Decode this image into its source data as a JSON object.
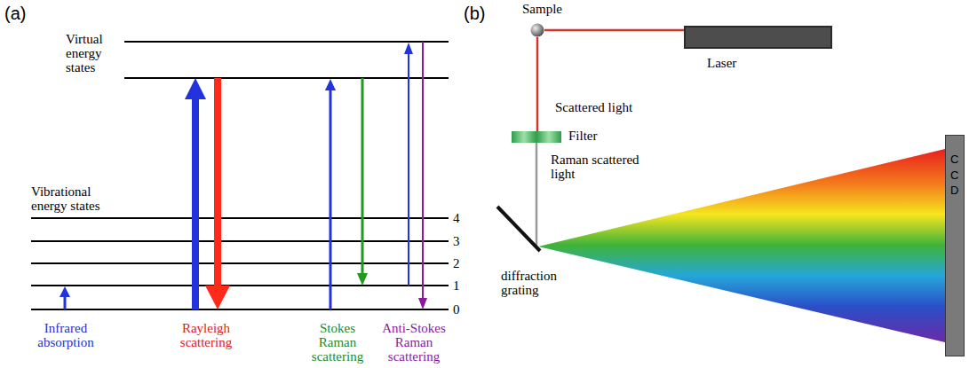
{
  "diagram": {
    "nodes": [
      {
        "text": [
          "Sample"
        ]
      },
      {
        "text": [
          "Laser"
        ]
      },
      {
        "text": [
          "Filter"
        ]
      },
      {
        "text": [
          "diffraction grating"
        ]
      },
      {
        "text": [
          "CCD"
        ]
      }
    ],
    "edges": [
      {
        "from": 1,
        "to": 0,
        "arrow": "none"
      },
      {
        "from": 0,
        "to": 2,
        "arrow": "none",
        "label": "Scattered light"
      },
      {
        "from": 2,
        "to": 3,
        "arrow": "none",
        "label": "Raman scattered light"
      }
    ],
    "labels": [
      "(a)",
      "Virtual energy states",
      "Vibrational energy states",
      "4",
      "3",
      "2",
      "1",
      "0",
      "Infrared absorption",
      "Rayleigh scattering",
      "Stokes Raman scattering",
      "Anti-Stokes Raman scattering",
      "(b)"
    ]
  }
}
